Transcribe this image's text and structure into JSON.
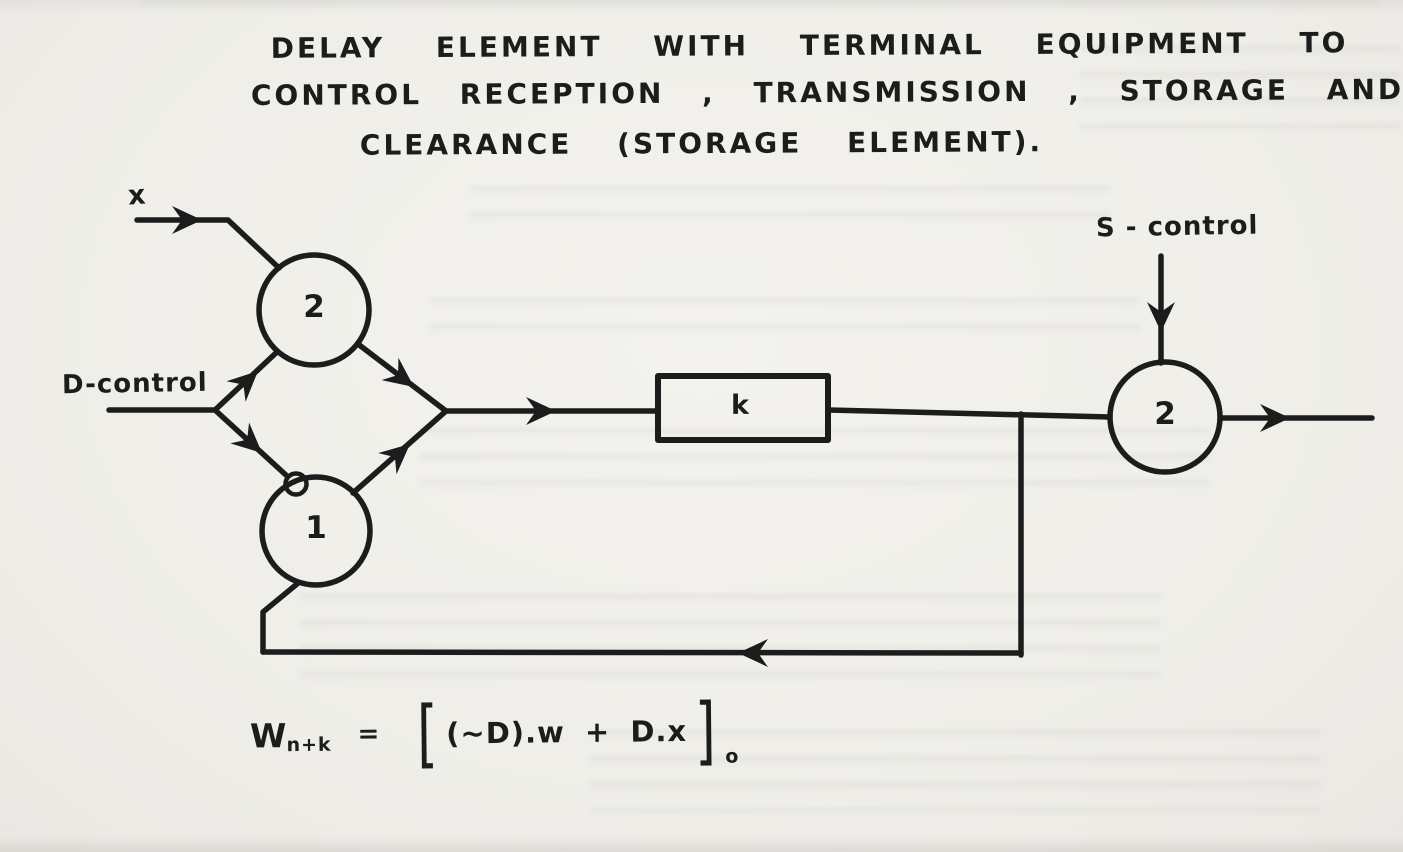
{
  "page": {
    "paper_color": "#efeee9",
    "ink_color": "#1c1c1c"
  },
  "title": {
    "line1": "DELAY ELEMENT WITH TERMINAL EQUIPMENT TO",
    "line2": "CONTROL RECEPTION , TRANSMISSION , STORAGE AND",
    "line3": "CLEARANCE (STORAGE ELEMENT)."
  },
  "diagram": {
    "input_label": "x",
    "d_control_label": "D-control",
    "s_control_label": "S - control",
    "gate_top_label": "2",
    "gate_bottom_label": "1",
    "gate_output_label": "2",
    "delay_box_label": "k"
  },
  "formula": {
    "lhs": "W",
    "lhs_subscript": "n+k",
    "equals": "=",
    "bracket_open": "[",
    "expression": "(∼D).w + D.x",
    "bracket_close": "]",
    "outer_subscript": "o"
  }
}
